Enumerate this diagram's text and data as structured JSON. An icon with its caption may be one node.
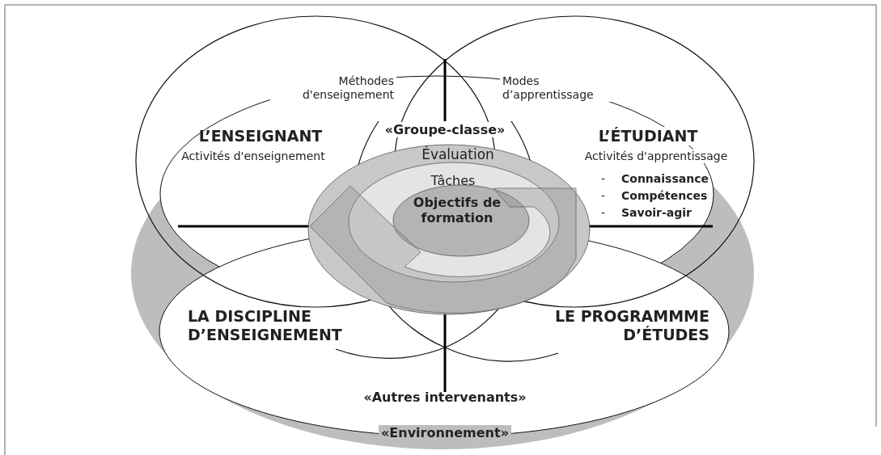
{
  "diagram": {
    "nodes": [
      {
        "text": [
          "Évaluation"
        ]
      },
      {
        "text": [
          "Tâches"
        ],
        "in": 0
      },
      {
        "text": [
          "Objectifs de formation"
        ],
        "in": 1
      }
    ],
    "edges": [],
    "labels": [
      "Méthodes d'enseignement",
      "Modes d’apprentissage",
      "«Groupe-classe»",
      "L’ENSEIGNANT",
      "Activités d'enseignement",
      "L’ÉTUDIANT",
      "Activités d'apprentissage",
      "-",
      "Connaissance",
      "-",
      "Compétences",
      "-",
      "Savoir-agir",
      "LA DISCIPLINE D’ENSEIGNEMENT",
      "LE PROGRAMMME D’ÉTUDES",
      "«Autres intervenants»",
      "«Environnement»"
    ]
  }
}
